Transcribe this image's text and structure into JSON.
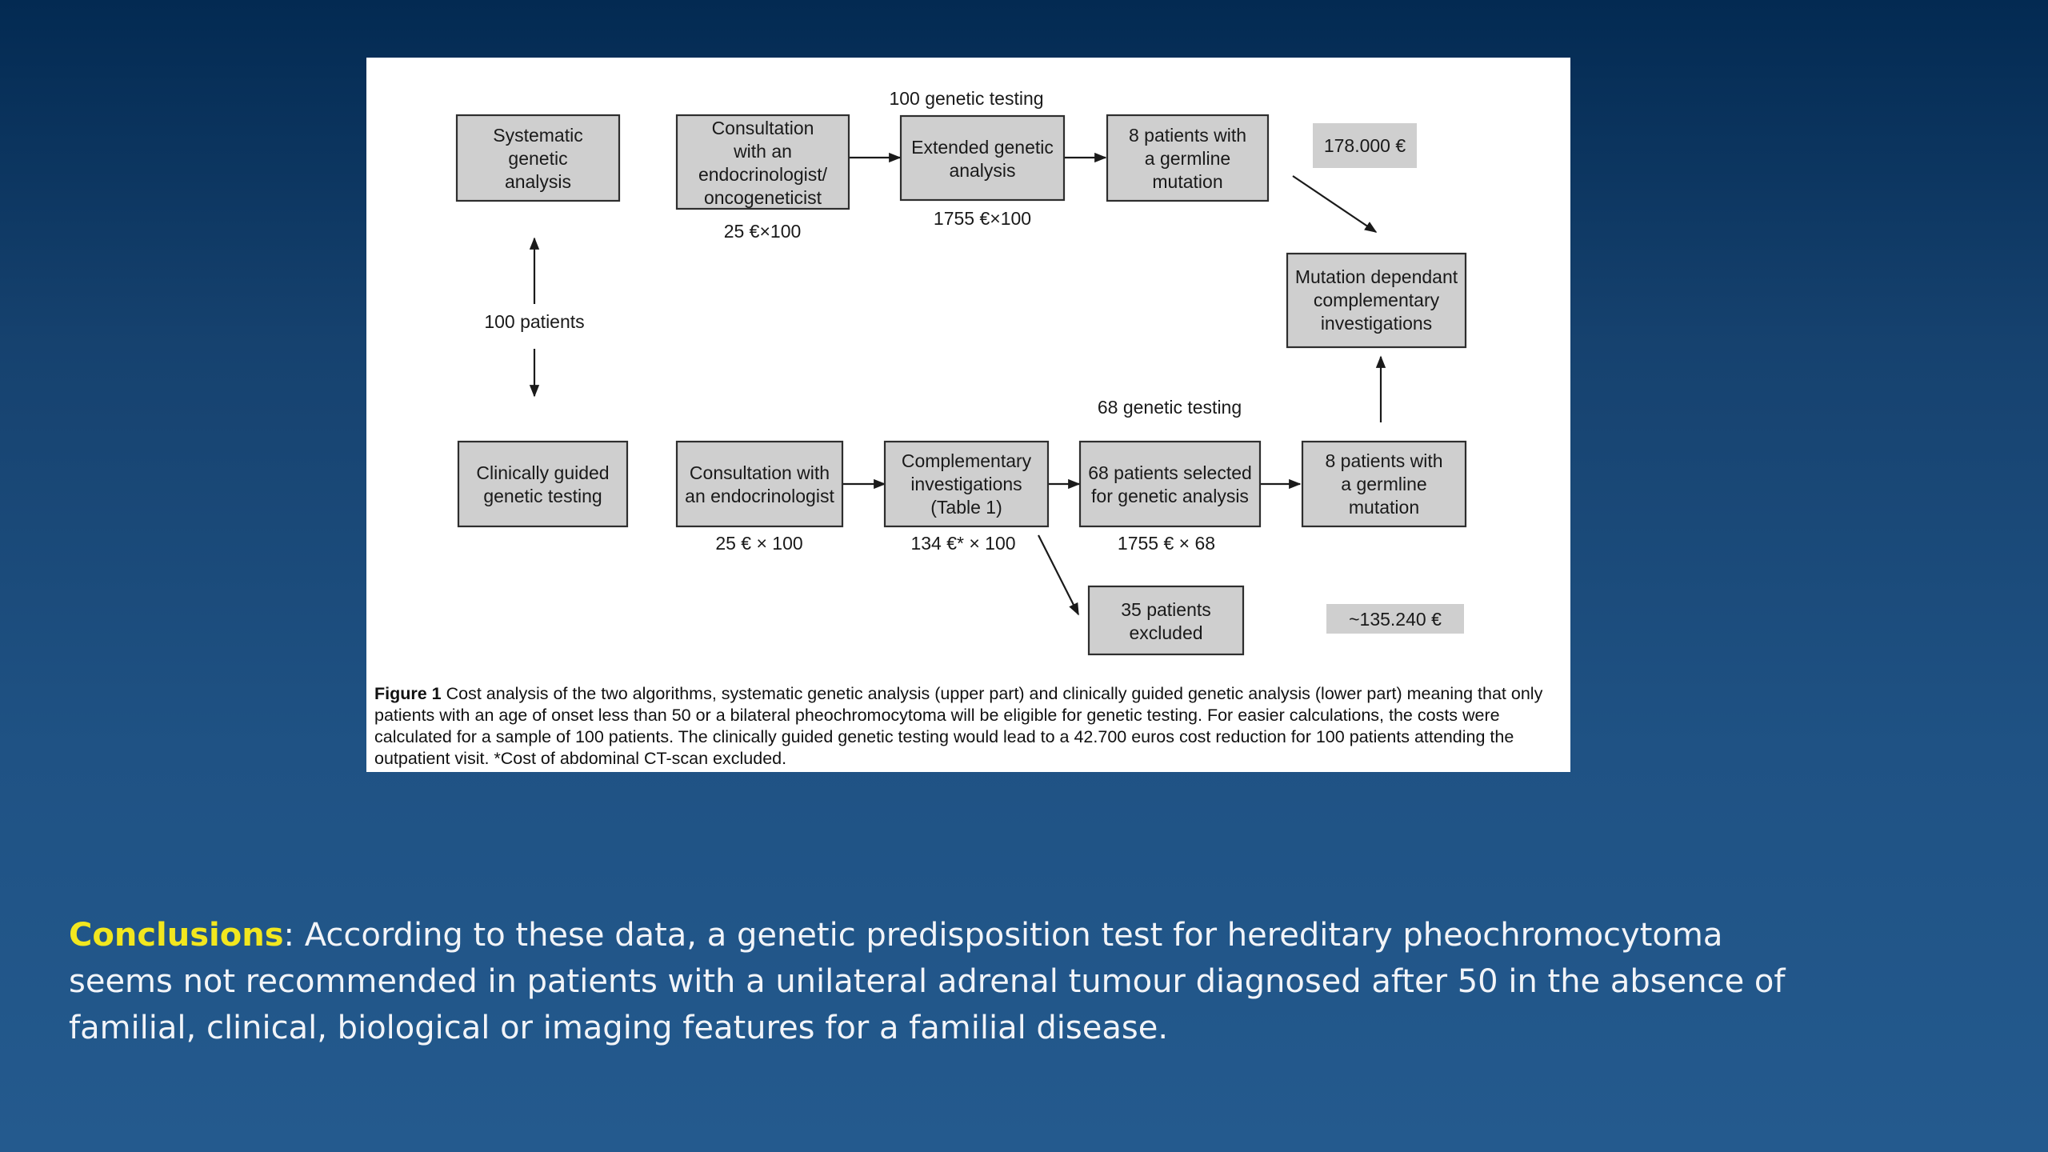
{
  "figure": {
    "top_label": "100 genetic testing",
    "upper": {
      "box1": [
        "Systematic",
        "genetic",
        "analysis"
      ],
      "box2": [
        "Consultation",
        "with an",
        "endocrinologist/",
        "oncogeneticist"
      ],
      "box2_cost": "25 €×100",
      "box3": [
        "Extended genetic",
        "analysis"
      ],
      "box3_cost": "1755 €×100",
      "box4": [
        "8 patients with",
        "a germline",
        "mutation"
      ],
      "total": "178.000 €"
    },
    "middle": {
      "patients_label": "100 patients",
      "mutation_box": [
        "Mutation dependant",
        "complementary",
        "investigations"
      ],
      "lower_top_label": "68 genetic testing"
    },
    "lower": {
      "box1": [
        "Clinically guided",
        "genetic testing"
      ],
      "box2": [
        "Consultation with",
        "an endocrinologist"
      ],
      "box2_cost": "25 € × 100",
      "box3": [
        "Complementary",
        "investigations",
        "(Table 1)"
      ],
      "box3_cost": "134 €* × 100",
      "box4": [
        "68 patients selected",
        "for genetic analysis"
      ],
      "box4_cost": "1755 € × 68",
      "box5": [
        "8 patients with",
        "a germline",
        "mutation"
      ],
      "excluded": [
        "35 patients",
        "excluded"
      ],
      "total": "~135.240 €"
    },
    "caption": {
      "label": "Figure 1",
      "text": "Cost analysis of the two algorithms, systematic genetic analysis (upper part) and clinically guided genetic analysis (lower part) meaning that only patients with an age of onset less than 50 or a bilateral pheochromocytoma will be eligible for genetic testing. For easier calculations, the costs were calculated for a sample of 100 patients. The clinically guided genetic testing would lead to a 42.700 euros cost reduction for 100 patients attending the outpatient visit. *Cost of abdominal CT-scan excluded."
    }
  },
  "conclusion": {
    "label": "Conclusions",
    "separator": ":",
    "text": " According to these data, a genetic predisposition test for hereditary pheochromocytoma seems not recommended in patients with a unilateral adrenal tumour diagnosed after 50 in the absence of familial, clinical, biological or imaging features for a familial disease."
  }
}
